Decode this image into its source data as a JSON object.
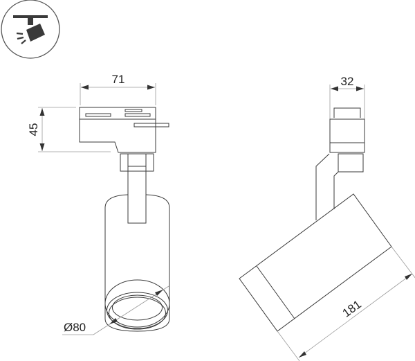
{
  "icon": {
    "name": "track-spotlight-adjustable",
    "stroke": "#3a3a3a",
    "fill": "#3a3a3a"
  },
  "front_view": {
    "width_dim": {
      "label": "71",
      "unit": "mm"
    },
    "adapter_height_dim": {
      "label": "45",
      "unit": "mm"
    },
    "diameter_dim": {
      "label": "Ø80",
      "unit": "mm"
    }
  },
  "side_view": {
    "depth_dim": {
      "label": "32",
      "unit": "mm"
    },
    "length_dim": {
      "label": "181",
      "unit": "mm"
    }
  },
  "colors": {
    "line": "#3a3a3a",
    "dimension_line": "#9a9a9a",
    "text": "#222222",
    "background": "#ffffff"
  }
}
